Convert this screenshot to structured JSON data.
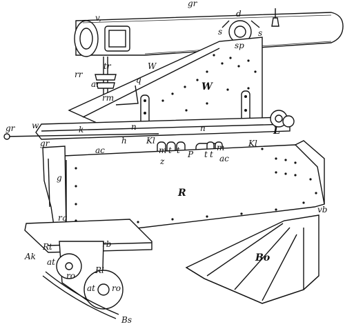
{
  "labels": {
    "gr_top": "gr",
    "v1": "v,",
    "d": "d",
    "s_left": "s",
    "s_right": "s",
    "sp": "sp",
    "rr": "rr",
    "tr": "tr",
    "ar": "ar",
    "W_upper": "W",
    "q": "q",
    "W_right": "W",
    "rm": "rm",
    "w": "w",
    "k": "k",
    "n": "n",
    "n_right": "n",
    "L": "L",
    "gr_left": "gr",
    "gr_lower": "gr",
    "h": "h",
    "ac_left": "ac",
    "ac_right": "ac",
    "Kl_left": "Kl",
    "Kl_right": "Kl",
    "m_left": "m",
    "m_right": "m",
    "t1": "t",
    "t2": "t",
    "t3": "t",
    "t4": "t",
    "z": "z",
    "P": "P",
    "g": "g",
    "R": "R",
    "vb": "vb",
    "rq": "rq",
    "rb": "rb",
    "Ak": "Ak",
    "Rt": "Rt",
    "at_upper": "at",
    "ro_left": "ro",
    "Rl": "Rl",
    "at_lower": "at",
    "ro_right": "ro",
    "Bo": "Bo",
    "Bs": "Bs"
  }
}
